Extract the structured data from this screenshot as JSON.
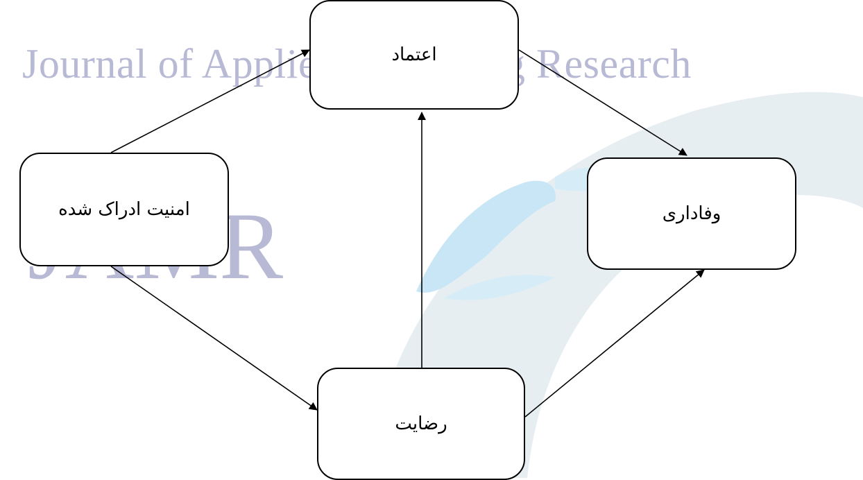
{
  "watermark": {
    "journal_name": "Journal of Applied Marketing Research",
    "acronym": "JAMR",
    "color": "#b8b9d4",
    "arc_color": "#e6eef2",
    "map_color": "#c8e6f5"
  },
  "diagram": {
    "nodes": {
      "trust": "اعتماد",
      "perceived_security": "امنیت ادراک شده",
      "loyalty": "وفاداری",
      "satisfaction": "رضایت"
    },
    "edges": [
      {
        "from": "perceived_security",
        "to": "trust"
      },
      {
        "from": "perceived_security",
        "to": "satisfaction"
      },
      {
        "from": "satisfaction",
        "to": "trust"
      },
      {
        "from": "trust",
        "to": "loyalty"
      },
      {
        "from": "satisfaction",
        "to": "loyalty"
      }
    ],
    "line_color": "#000000"
  }
}
